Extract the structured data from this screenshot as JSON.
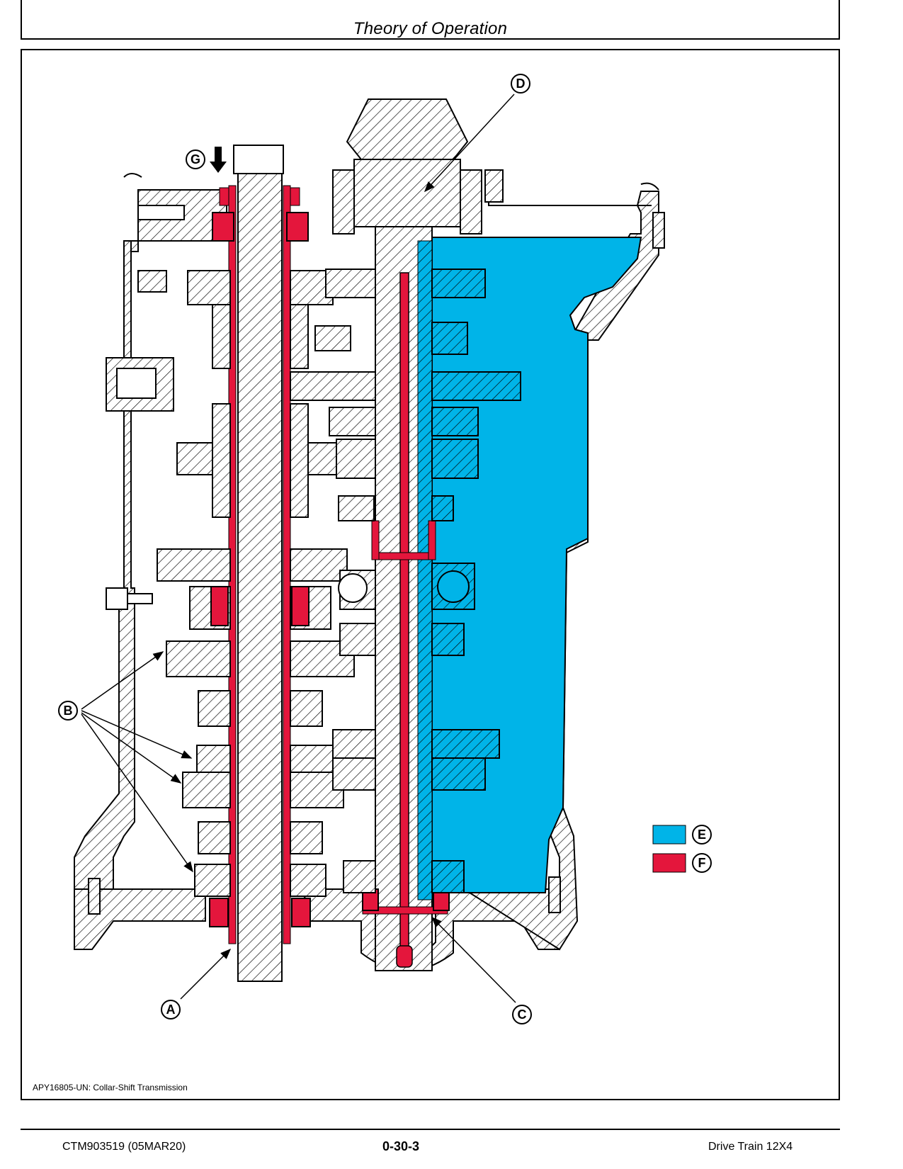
{
  "header": {
    "title": "Theory of Operation"
  },
  "figure": {
    "caption": "APY16805-UN: Collar-Shift Transmission",
    "callouts": {
      "a": "A",
      "b": "B",
      "c": "C",
      "d": "D",
      "e": "E",
      "f": "F",
      "g": "G"
    },
    "legend": [
      {
        "letter": "E",
        "color": "#00B4E8"
      },
      {
        "letter": "F",
        "color": "#E4163C"
      }
    ],
    "colors": {
      "oil_blue": "#00B4E8",
      "pressure_red": "#E4163C",
      "outline": "#000000"
    }
  },
  "footer": {
    "doc_id": "CTM903519 (05MAR20)",
    "page_number": "0-30-3",
    "section": "Drive Train 12X4"
  }
}
